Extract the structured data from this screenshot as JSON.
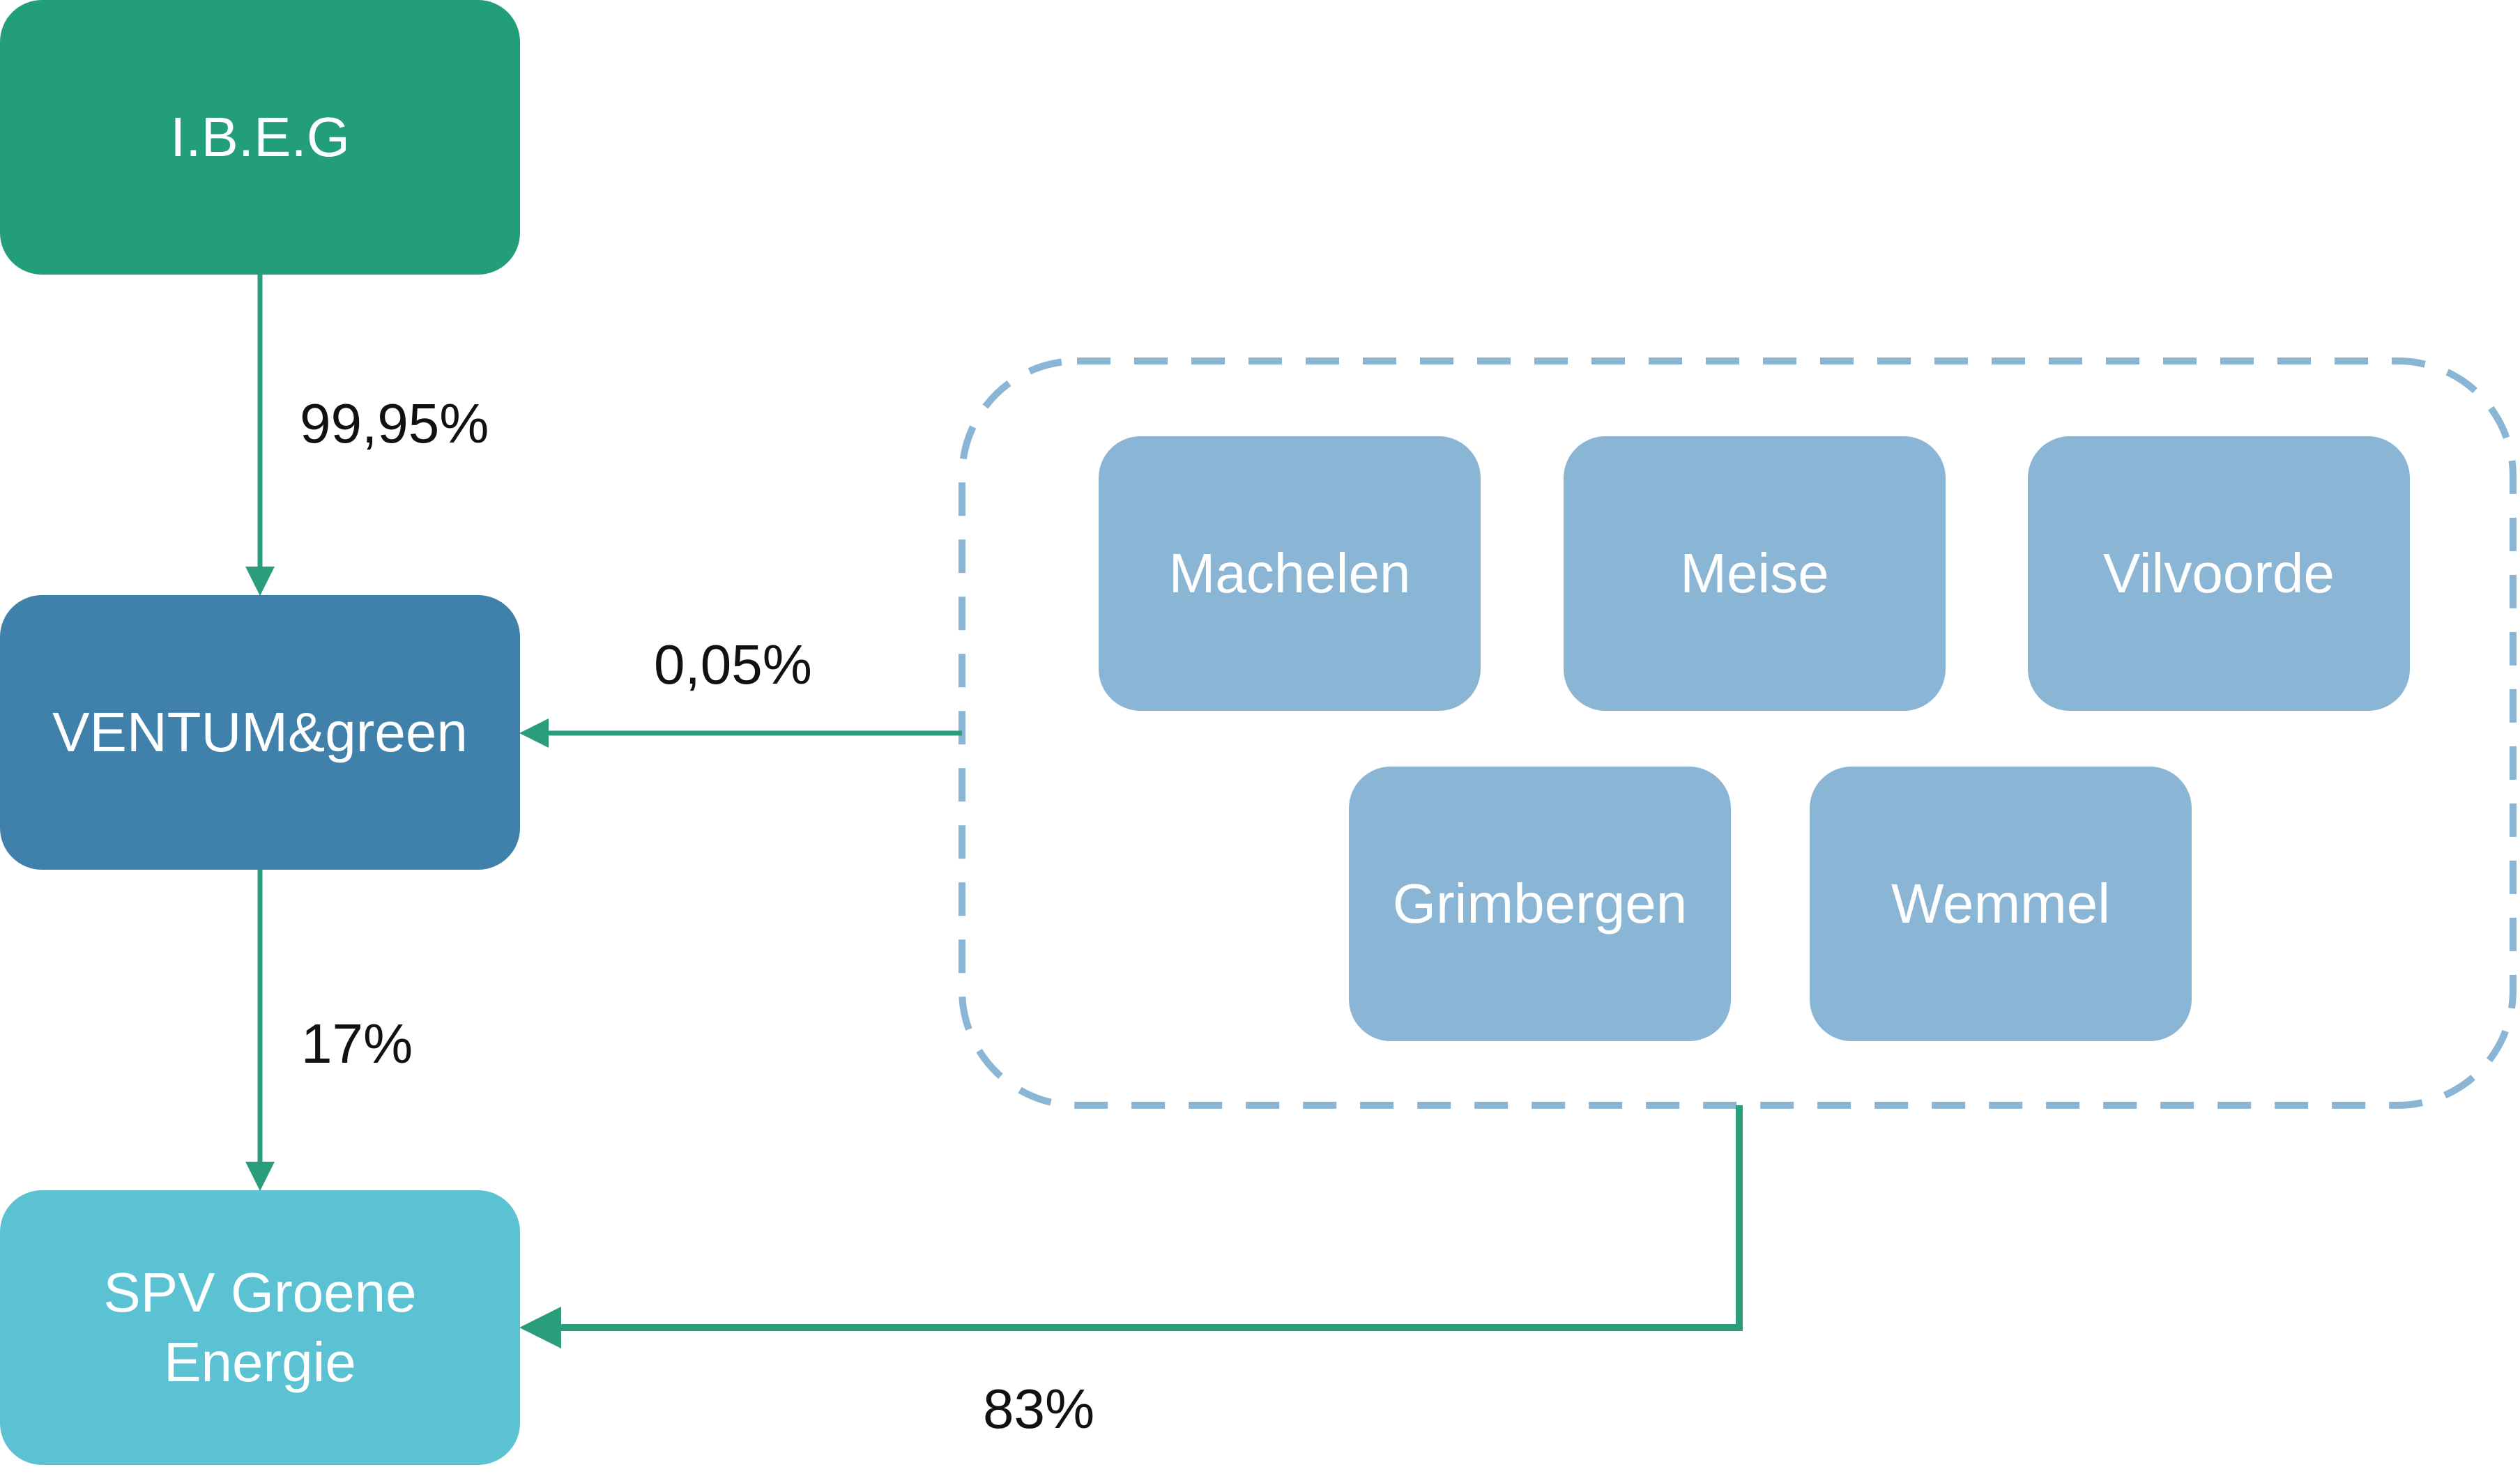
{
  "colors": {
    "ibeg": "#239e7b",
    "ventum": "#3f81ab",
    "spv": "#5bc2d3",
    "municipality": "#8ab5d4",
    "group_border": "#8ab5d4",
    "arrow": "#2a9d7c",
    "text_light": "#ffffff",
    "text_dark": "#111111"
  },
  "nodes": {
    "ibeg": "I.B.E.G",
    "ventum": "VENTUM&green",
    "spv_line1": "SPV Groene",
    "spv_line2": "Energie"
  },
  "municipalities": [
    "Machelen",
    "Meise",
    "Vilvoorde",
    "Grimbergen",
    "Wemmel"
  ],
  "edges": {
    "ibeg_to_ventum": "99,95%",
    "group_to_ventum": "0,05%",
    "ventum_to_spv": "17%",
    "group_to_spv": "83%"
  }
}
